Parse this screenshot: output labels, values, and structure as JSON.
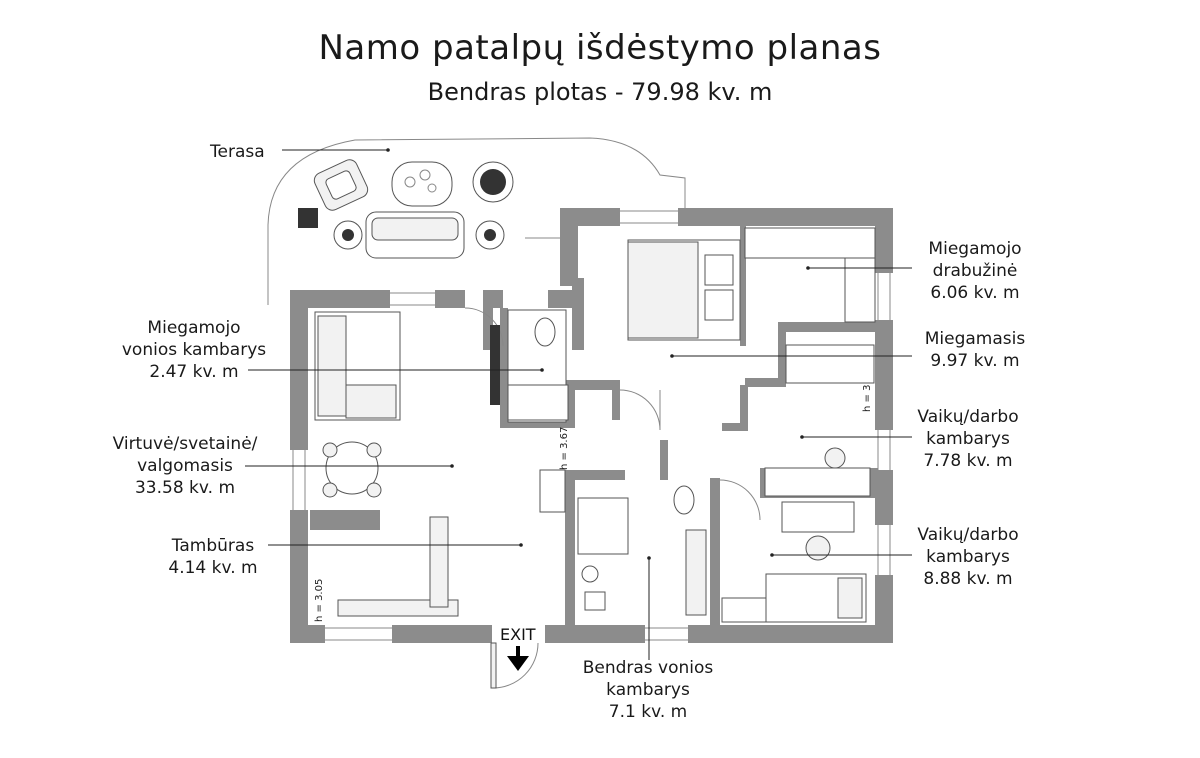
{
  "header": {
    "title": "Namo patalpų išdėstymo planas",
    "subtitle": "Bendras plotas - 79.98 kv. m"
  },
  "rooms": {
    "terasa": {
      "name": "Terasa"
    },
    "wardrobe": {
      "line1": "Miegamojo",
      "line2": "drabužinė",
      "area": "6.06 kv. m"
    },
    "bath_master": {
      "line1": "Miegamojo",
      "line2": "vonios kambarys",
      "area": "2.47 kv. m"
    },
    "bedroom": {
      "line1": "Miegamasis",
      "area": "9.97 kv. m"
    },
    "kitchen": {
      "line1": "Virtuvė/svetainė/",
      "line2": "valgomasis",
      "area": "33.58 kv. m"
    },
    "kids1": {
      "line1": "Vaikų/darbo",
      "line2": "kambarys",
      "area": "7.78 kv. m"
    },
    "tambur": {
      "line1": "Tambūras",
      "area": "4.14 kv. m"
    },
    "kids2": {
      "line1": "Vaikų/darbo",
      "line2": "kambarys",
      "area": "8.88 kv. m"
    },
    "bath_common": {
      "line1": "Bendras vonios",
      "line2": "kambarys",
      "area": "7.1 kv. m"
    }
  },
  "annotations": {
    "h1": "h = 3.67",
    "h2": "h = 3",
    "h3": "h = 3.05",
    "exit": "EXIT"
  }
}
